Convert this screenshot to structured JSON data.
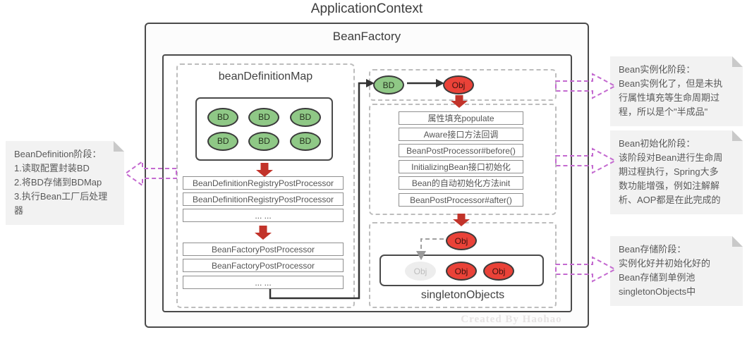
{
  "title": "ApplicationContext",
  "bean_factory_label": "BeanFactory",
  "bean_definition_map": {
    "label": "beanDefinitionMap",
    "bd_items": [
      "BD",
      "BD",
      "BD",
      "BD",
      "BD",
      "BD"
    ],
    "registry_boxes": [
      "BeanDefinitionRegistryPostProcessor",
      "BeanDefinitionRegistryPostProcessor",
      "...  ..."
    ],
    "factory_boxes": [
      "BeanFactoryPostProcessor",
      "BeanFactoryPostProcessor",
      "...  ..."
    ]
  },
  "instantiation": {
    "bd_label": "BD",
    "obj_label": "Obj"
  },
  "lifecycle_steps": [
    "属性填充populate",
    "Aware接口方法回调",
    "BeanPostProcessor#before()",
    "InitializingBean接口初始化",
    "Bean的自动初始化方法init",
    "BeanPostProcessor#after()"
  ],
  "storage": {
    "obj_label": "Obj",
    "pool_label": "singletonObjects",
    "pool_objects": [
      "Obj",
      "Obj",
      "Obj"
    ]
  },
  "notes": {
    "left": {
      "title": "BeanDefinition阶段：",
      "body": "1.读取配置封装BD\n2.将BD存储到BDMap\n3.执行Bean工厂后处理器"
    },
    "right": [
      {
        "title": "Bean实例化阶段：",
        "body": "Bean实例化了，但是未执\n行属性填充等生命周期过\n程，所以是个\"半成品\""
      },
      {
        "title": "Bean初始化阶段：",
        "body": "该阶段对Bean进行生命周\n期过程执行，Spring大多\n数功能增强，例如注解解\n析、AOP都是在此完成的"
      },
      {
        "title": "Bean存储阶段：",
        "body": "实例化好并初始化好的\nBean存储到单例池\nsingletonObjects中"
      }
    ]
  },
  "watermark": "Created By Haohao",
  "colors": {
    "bd_green": "#8fc886",
    "obj_red": "#ea4238",
    "flow_arrow_red": "#c2332a",
    "note_arrow_magenta": "#c46ad0",
    "note_bg": "#f2f2f2",
    "box_border": "#4a4a4a",
    "dashed_border": "#bdbdbd"
  }
}
